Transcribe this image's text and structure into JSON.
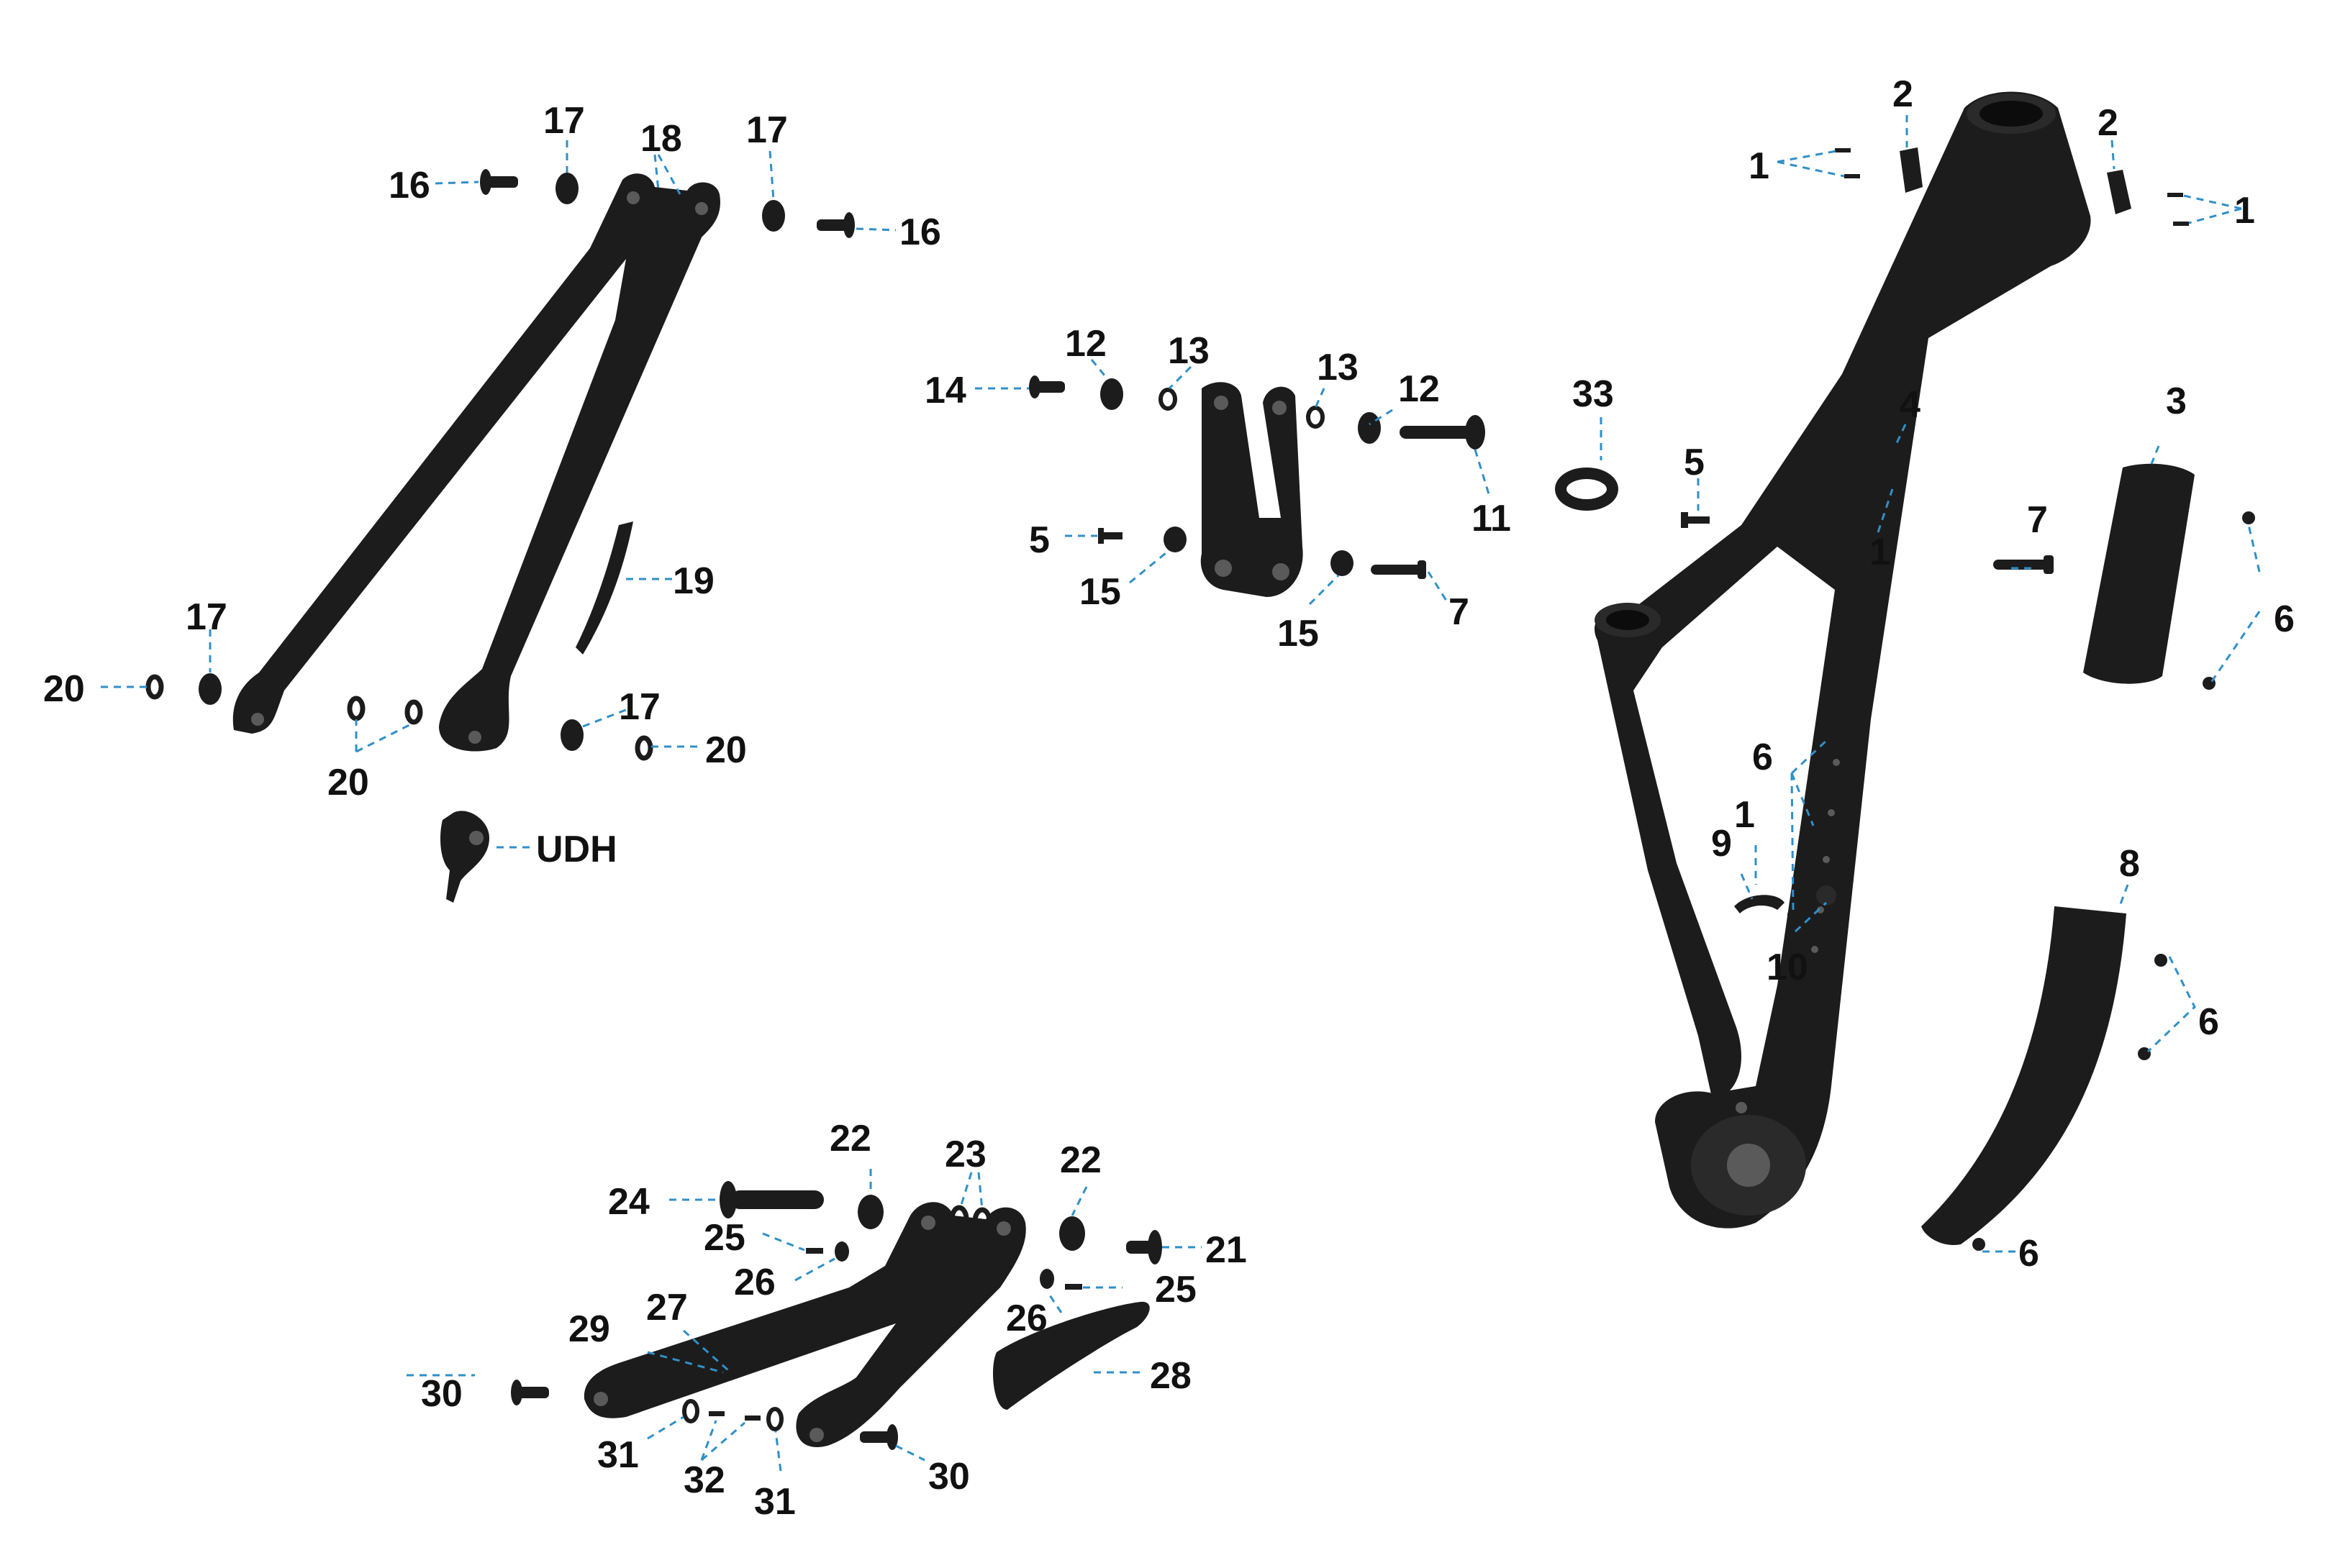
{
  "colors": {
    "leader": "#2f8fc9",
    "part": "#1c1c1c",
    "label": "#111111"
  },
  "labels": {
    "l1a": "1",
    "l1b": "1",
    "l1c": "1",
    "l1d": "1",
    "l2a": "2",
    "l2b": "2",
    "l3": "3",
    "l4": "4",
    "l5a": "5",
    "l5b": "5",
    "l6a": "6",
    "l6b": "6",
    "l6c": "6",
    "l6d": "6",
    "l7a": "7",
    "l7b": "7",
    "l8": "8",
    "l9": "9",
    "l10": "10",
    "l11": "11",
    "l12a": "12",
    "l12b": "12",
    "l13a": "13",
    "l13b": "13",
    "l14": "14",
    "l15a": "15",
    "l15b": "15",
    "l16a": "16",
    "l16b": "16",
    "l17a": "17",
    "l17b": "17",
    "l17c": "17",
    "l17d": "17",
    "l18": "18",
    "l19": "19",
    "l20a": "20",
    "l20b": "20",
    "l20c": "20",
    "l21": "21",
    "l22a": "22",
    "l22b": "22",
    "l23": "23",
    "l24": "24",
    "l25a": "25",
    "l25b": "25",
    "l26a": "26",
    "l26b": "26",
    "l27": "27",
    "l28": "28",
    "l29": "29",
    "l30a": "30",
    "l30b": "30",
    "l31a": "31",
    "l31b": "31",
    "l32": "32",
    "l33": "33",
    "udh": "UDH"
  }
}
